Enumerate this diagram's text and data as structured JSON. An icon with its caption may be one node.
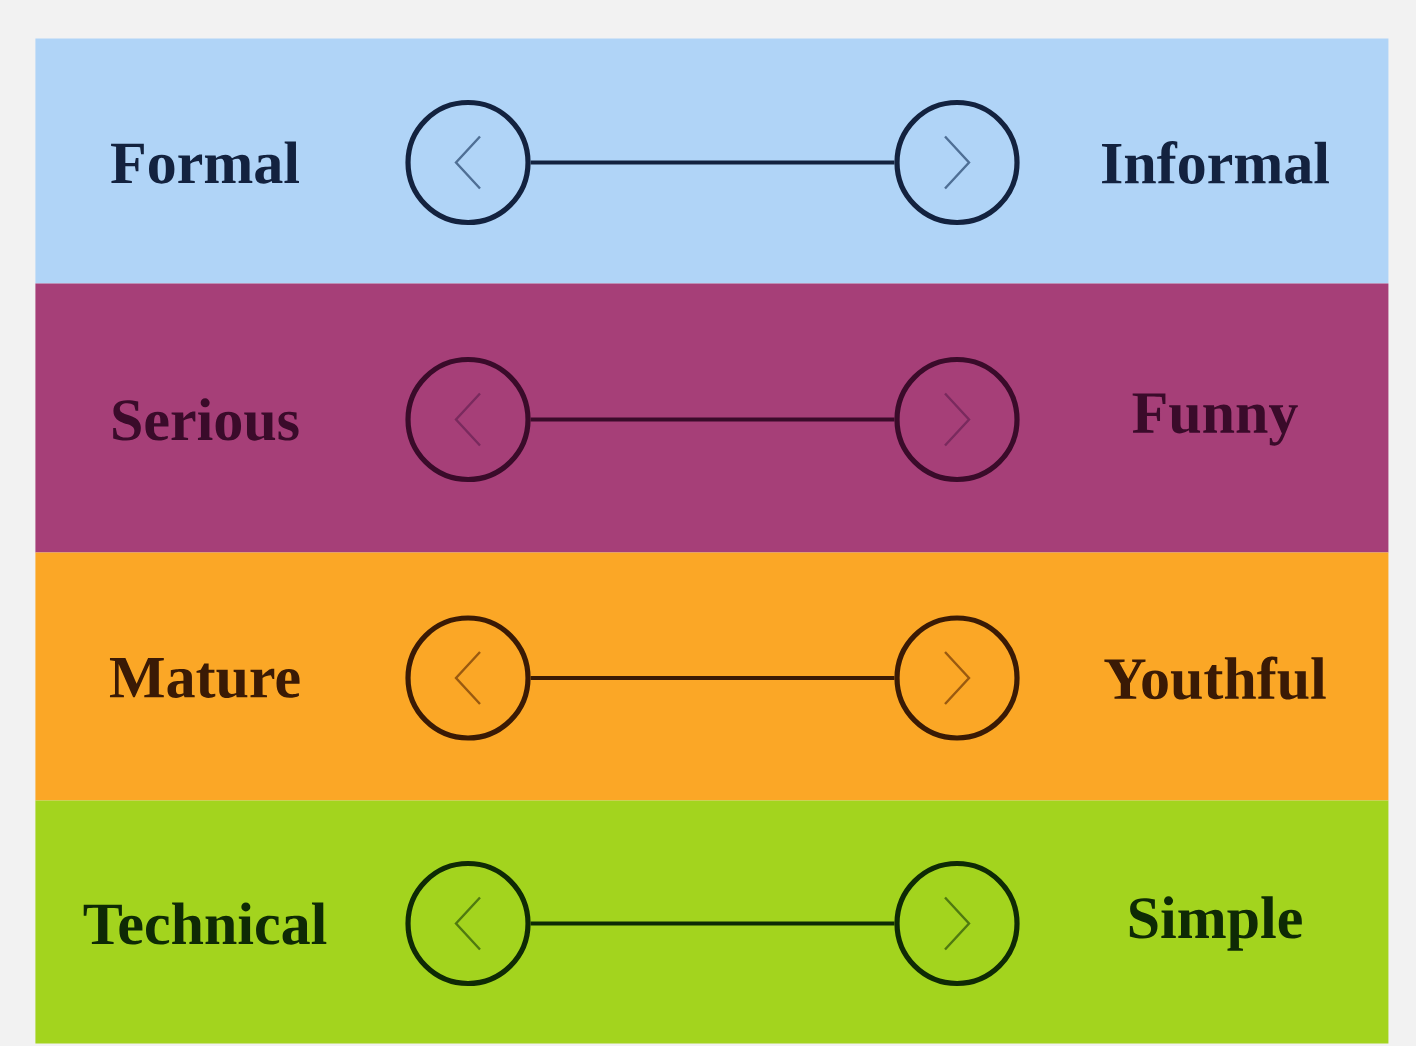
{
  "diagram": {
    "nodes": [
      {
        "text": [
          "Formal",
          "Informal"
        ]
      },
      {
        "text": [],
        "shape": "circle",
        "in": 0
      },
      {
        "text": [],
        "shape": "circle",
        "in": 0
      },
      {
        "text": [
          "Serious",
          "Funny"
        ]
      },
      {
        "text": [],
        "shape": "circle",
        "in": 3
      },
      {
        "text": [],
        "shape": "circle",
        "in": 3
      },
      {
        "text": [
          "Mature",
          "Youthful"
        ]
      },
      {
        "text": [],
        "shape": "circle",
        "in": 6
      },
      {
        "text": [],
        "shape": "circle",
        "in": 6
      },
      {
        "text": [
          "Technical",
          "Simple"
        ]
      },
      {
        "text": [],
        "shape": "circle",
        "in": 9
      },
      {
        "text": [],
        "shape": "circle",
        "in": 9
      }
    ],
    "edges": [
      {
        "from": 1,
        "to": 2,
        "arrow": "none"
      },
      {
        "from": 4,
        "to": 5,
        "arrow": "none"
      },
      {
        "from": 7,
        "to": 8,
        "arrow": "none"
      },
      {
        "from": 10,
        "to": 11,
        "arrow": "none"
      }
    ]
  }
}
